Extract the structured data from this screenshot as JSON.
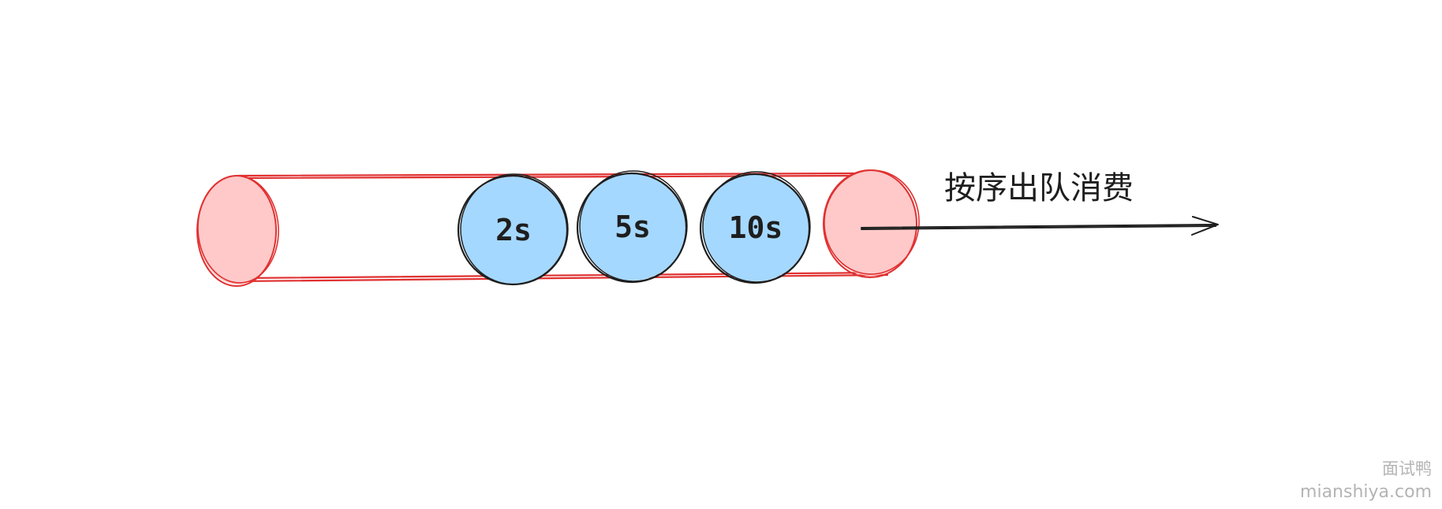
{
  "diagram": {
    "messages": [
      {
        "label": "2s"
      },
      {
        "label": "5s"
      },
      {
        "label": "10s"
      }
    ],
    "consume_label": "按序出队消费",
    "colors": {
      "queue_stroke": "#e03131",
      "queue_end_fill": "#ffc9c9",
      "message_fill": "#a5d8ff",
      "message_stroke": "#1e1e1e",
      "arrow": "#1e1e1e"
    }
  },
  "watermark": {
    "line1": "面试鸭",
    "line2": "mianshiya.com"
  }
}
